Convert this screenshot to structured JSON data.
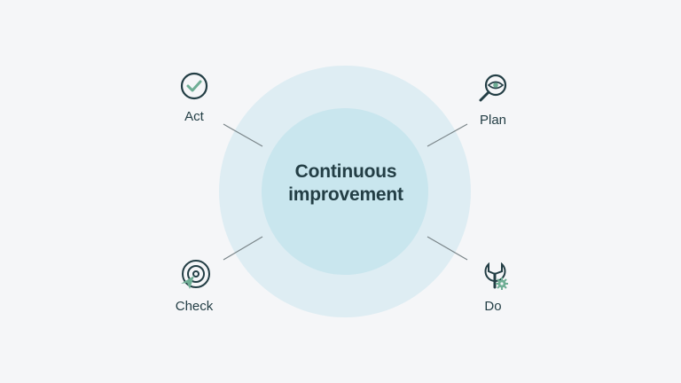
{
  "center": {
    "line1": "Continuous",
    "line2": "improvement"
  },
  "nodes": {
    "act": {
      "label": "Act",
      "icon": "checkmark-circle-icon"
    },
    "plan": {
      "label": "Plan",
      "icon": "magnifier-eye-icon"
    },
    "check": {
      "label": "Check",
      "icon": "target-arrow-icon"
    },
    "do": {
      "label": "Do",
      "icon": "wrench-gear-icon"
    }
  },
  "colors": {
    "background": "#f5f6f8",
    "outer_circle": "#deedf3",
    "inner_circle": "#c9e6ee",
    "text": "#233e45",
    "icon_stroke": "#233e45",
    "icon_accent": "#6fae95",
    "connector": "#7a8589"
  }
}
